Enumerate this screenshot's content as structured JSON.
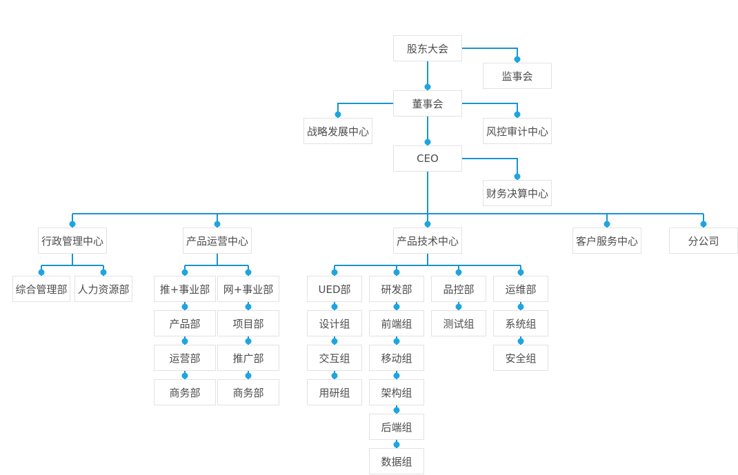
{
  "colors": {
    "line": "#1793d1",
    "dot": "#1ea5e0",
    "box_border": "#e2e2e2",
    "box_background": "#ffffff",
    "text": "#4c4c4c",
    "page_background": "#ffffff"
  },
  "nodes": {
    "shareholders_meeting": "股东大会",
    "supervisory_board": "监事会",
    "board_of_directors": "董事会",
    "strategic_dev_center": "战略发展中心",
    "risk_audit_center": "风控审计中心",
    "ceo": "CEO",
    "financial_settlement_center": "财务决算中心",
    "admin_mgmt_center": "行政管理中心",
    "product_operation_center": "产品运营中心",
    "product_tech_center": "产品技术中心",
    "customer_service_center": "客户服务中心",
    "branch_company": "分公司",
    "general_mgmt_dept": "综合管理部",
    "hr_dept": "人力资源部",
    "tui_plus_division": "推+事业部",
    "wang_plus_division": "网+事业部",
    "product_dept": "产品部",
    "operation_dept": "运营部",
    "business_dept_left": "商务部",
    "project_dept": "项目部",
    "promotion_dept": "推广部",
    "business_dept_right": "商务部",
    "ued_dept": "UED部",
    "design_group": "设计组",
    "interaction_group": "交互组",
    "user_research_group": "用研组",
    "rd_dept": "研发部",
    "frontend_group": "前端组",
    "mobile_group": "移动组",
    "architecture_group": "架构组",
    "backend_group": "后端组",
    "data_group": "数据组",
    "qc_dept": "品控部",
    "test_group": "测试组",
    "om_dept": "运维部",
    "system_group": "系统组",
    "security_group": "安全组"
  },
  "edges": [
    [
      "shareholders_meeting",
      "supervisory_board"
    ],
    [
      "shareholders_meeting",
      "board_of_directors"
    ],
    [
      "board_of_directors",
      "strategic_dev_center"
    ],
    [
      "board_of_directors",
      "risk_audit_center"
    ],
    [
      "board_of_directors",
      "ceo"
    ],
    [
      "ceo",
      "financial_settlement_center"
    ],
    [
      "ceo",
      "admin_mgmt_center"
    ],
    [
      "ceo",
      "product_operation_center"
    ],
    [
      "ceo",
      "product_tech_center"
    ],
    [
      "ceo",
      "customer_service_center"
    ],
    [
      "ceo",
      "branch_company"
    ],
    [
      "admin_mgmt_center",
      "general_mgmt_dept"
    ],
    [
      "admin_mgmt_center",
      "hr_dept"
    ],
    [
      "product_operation_center",
      "tui_plus_division"
    ],
    [
      "product_operation_center",
      "wang_plus_division"
    ],
    [
      "tui_plus_division",
      "product_dept"
    ],
    [
      "product_dept",
      "operation_dept"
    ],
    [
      "operation_dept",
      "business_dept_left"
    ],
    [
      "wang_plus_division",
      "project_dept"
    ],
    [
      "project_dept",
      "promotion_dept"
    ],
    [
      "promotion_dept",
      "business_dept_right"
    ],
    [
      "product_tech_center",
      "ued_dept"
    ],
    [
      "product_tech_center",
      "rd_dept"
    ],
    [
      "product_tech_center",
      "qc_dept"
    ],
    [
      "product_tech_center",
      "om_dept"
    ],
    [
      "ued_dept",
      "design_group"
    ],
    [
      "design_group",
      "interaction_group"
    ],
    [
      "interaction_group",
      "user_research_group"
    ],
    [
      "rd_dept",
      "frontend_group"
    ],
    [
      "frontend_group",
      "mobile_group"
    ],
    [
      "mobile_group",
      "architecture_group"
    ],
    [
      "architecture_group",
      "backend_group"
    ],
    [
      "backend_group",
      "data_group"
    ],
    [
      "qc_dept",
      "test_group"
    ],
    [
      "om_dept",
      "system_group"
    ],
    [
      "system_group",
      "security_group"
    ]
  ]
}
